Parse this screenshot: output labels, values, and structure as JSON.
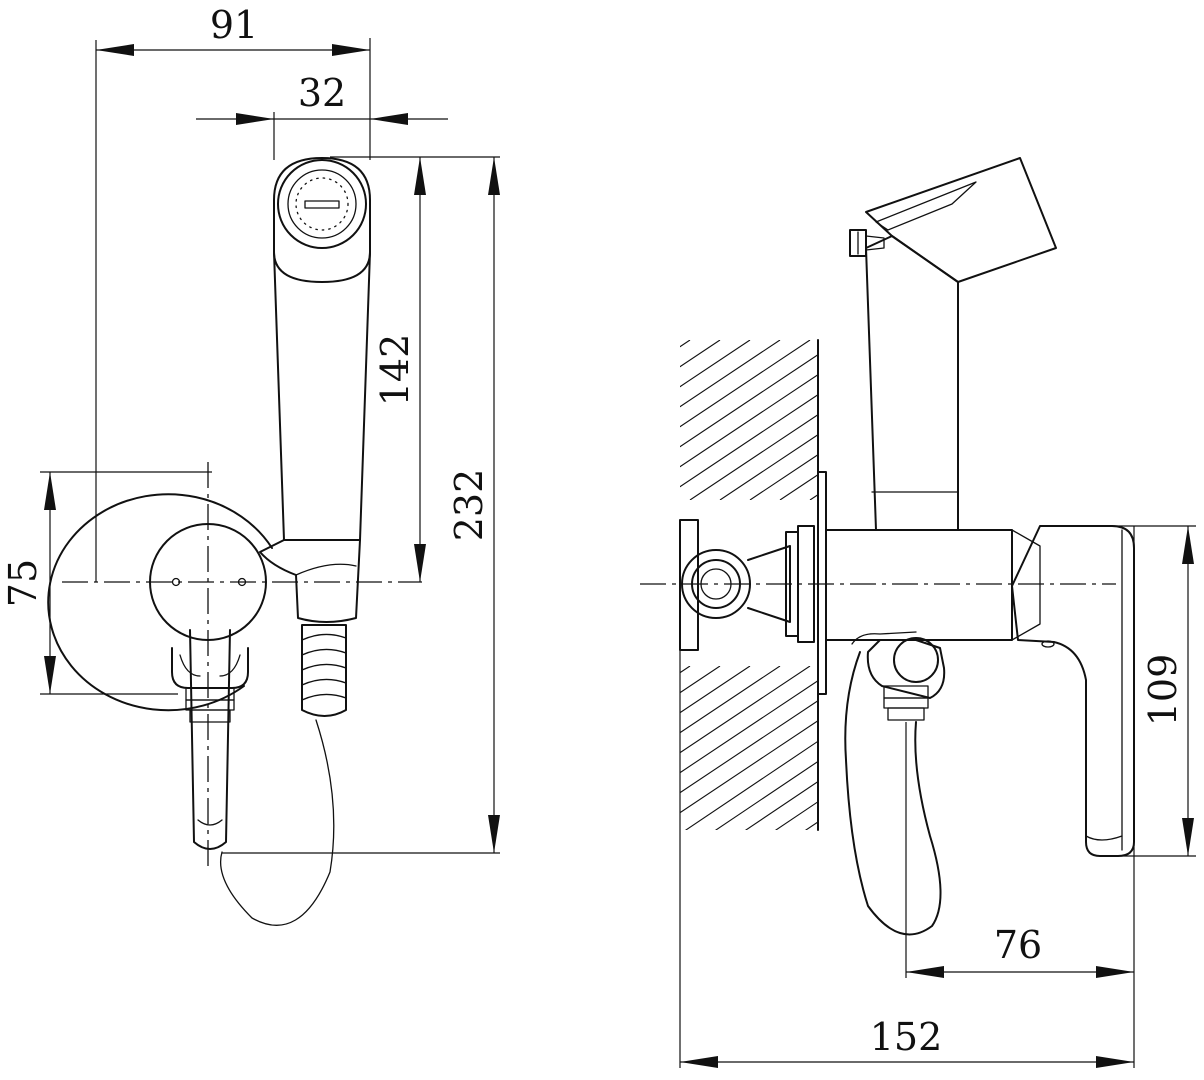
{
  "dimensions": {
    "width_overall_front": "91",
    "handle_width": "32",
    "shower_length": "142",
    "overall_height": "232",
    "flange_height": "75",
    "lever_height": "109",
    "outlet_offset": "76",
    "overall_depth": "152"
  }
}
